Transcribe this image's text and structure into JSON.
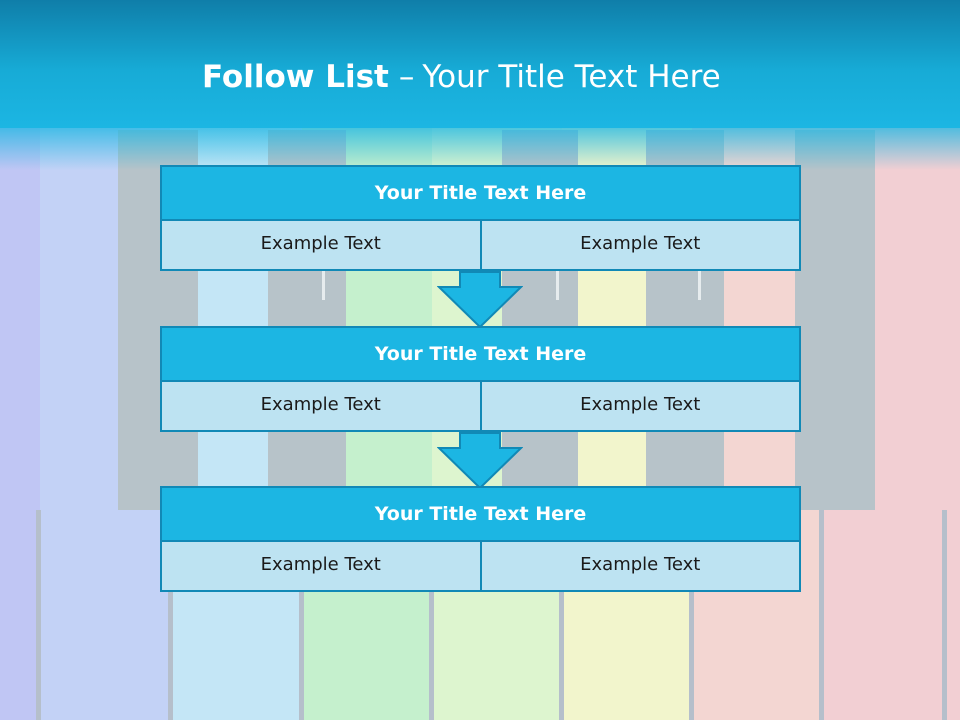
{
  "slide": {
    "title_bold": "Follow List",
    "title_dash": "–",
    "title_rest": "Your Title Text Here"
  },
  "steps": [
    {
      "title": "Your Title Text Here",
      "left_text": "Example Text",
      "right_text": "Example Text"
    },
    {
      "title": "Your Title Text Here",
      "left_text": "Example Text",
      "right_text": "Example Text"
    },
    {
      "title": "Your Title Text Here",
      "left_text": "Example Text",
      "right_text": "Example Text"
    }
  ],
  "colors": {
    "header_blue": "#1cb6e3",
    "header_dark": "#0f7ea9",
    "cell_fill": "#bde3f2",
    "border": "#1189b6"
  }
}
